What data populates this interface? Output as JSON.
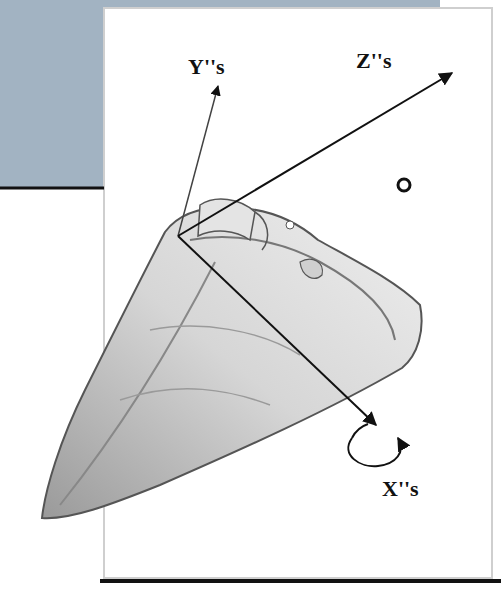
{
  "diagram": {
    "labels": [
      "Y''s",
      "Z''s",
      "X''s"
    ]
  }
}
